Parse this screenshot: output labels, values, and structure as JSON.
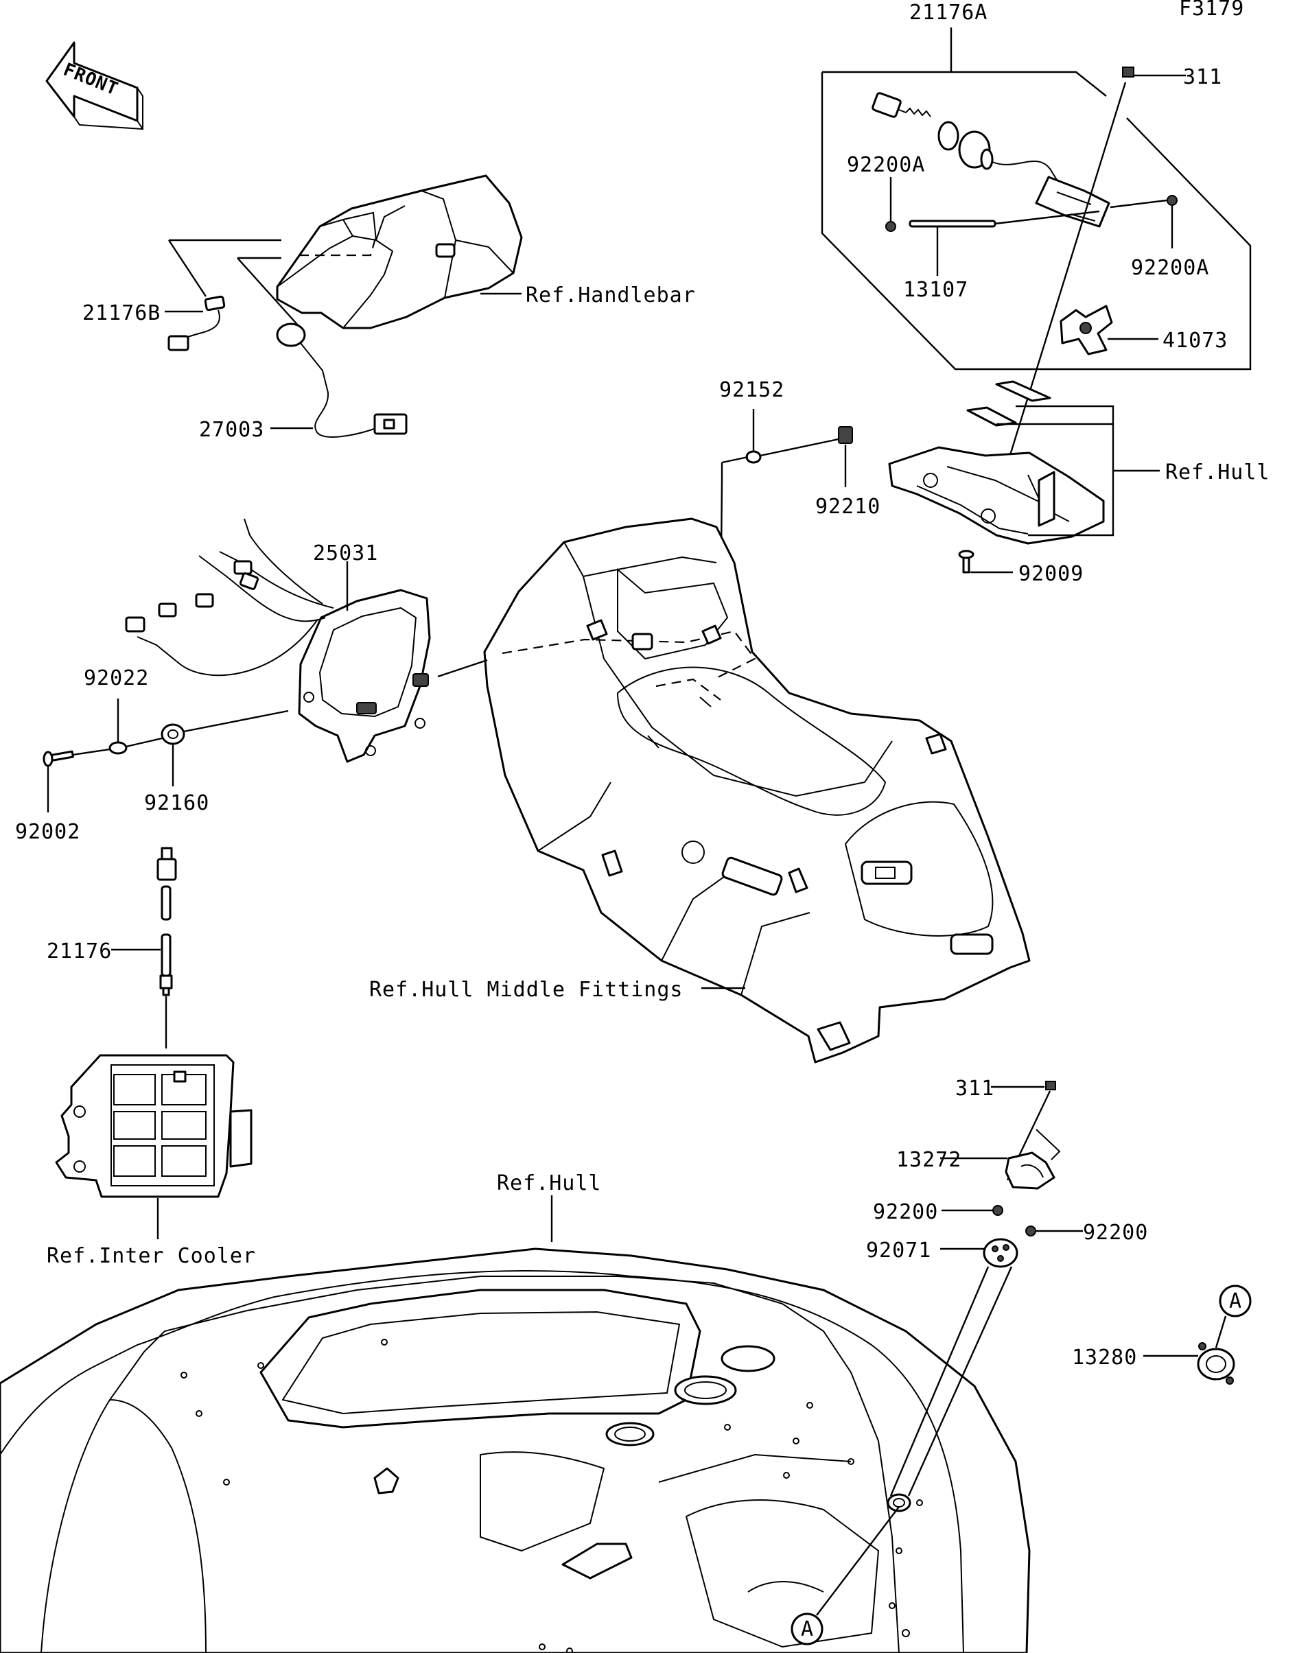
{
  "figure_code": "F3179",
  "front_arrow_label": "FRONT",
  "circle_marker": "A",
  "labels": {
    "p21176A": "21176A",
    "p311_top": "311",
    "p92200A_left": "92200A",
    "p92200A_right": "92200A",
    "p13107": "13107",
    "p41073": "41073",
    "ref_handlebar": "Ref.Handlebar",
    "p21176B": "21176B",
    "p27003": "27003",
    "p92152": "92152",
    "p92210": "92210",
    "ref_hull_top": "Ref.Hull",
    "p92009": "92009",
    "p25031": "25031",
    "p92022": "92022",
    "p92160": "92160",
    "p92002": "92002",
    "p21176": "21176",
    "ref_hull_middle": "Ref.Hull Middle Fittings",
    "ref_inter_cooler": "Ref.Inter Cooler",
    "ref_hull_bottom": "Ref.Hull",
    "p311_bottom": "311",
    "p13272": "13272",
    "p92200_left": "92200",
    "p92200_right": "92200",
    "p92071": "92071",
    "p13280": "13280"
  }
}
